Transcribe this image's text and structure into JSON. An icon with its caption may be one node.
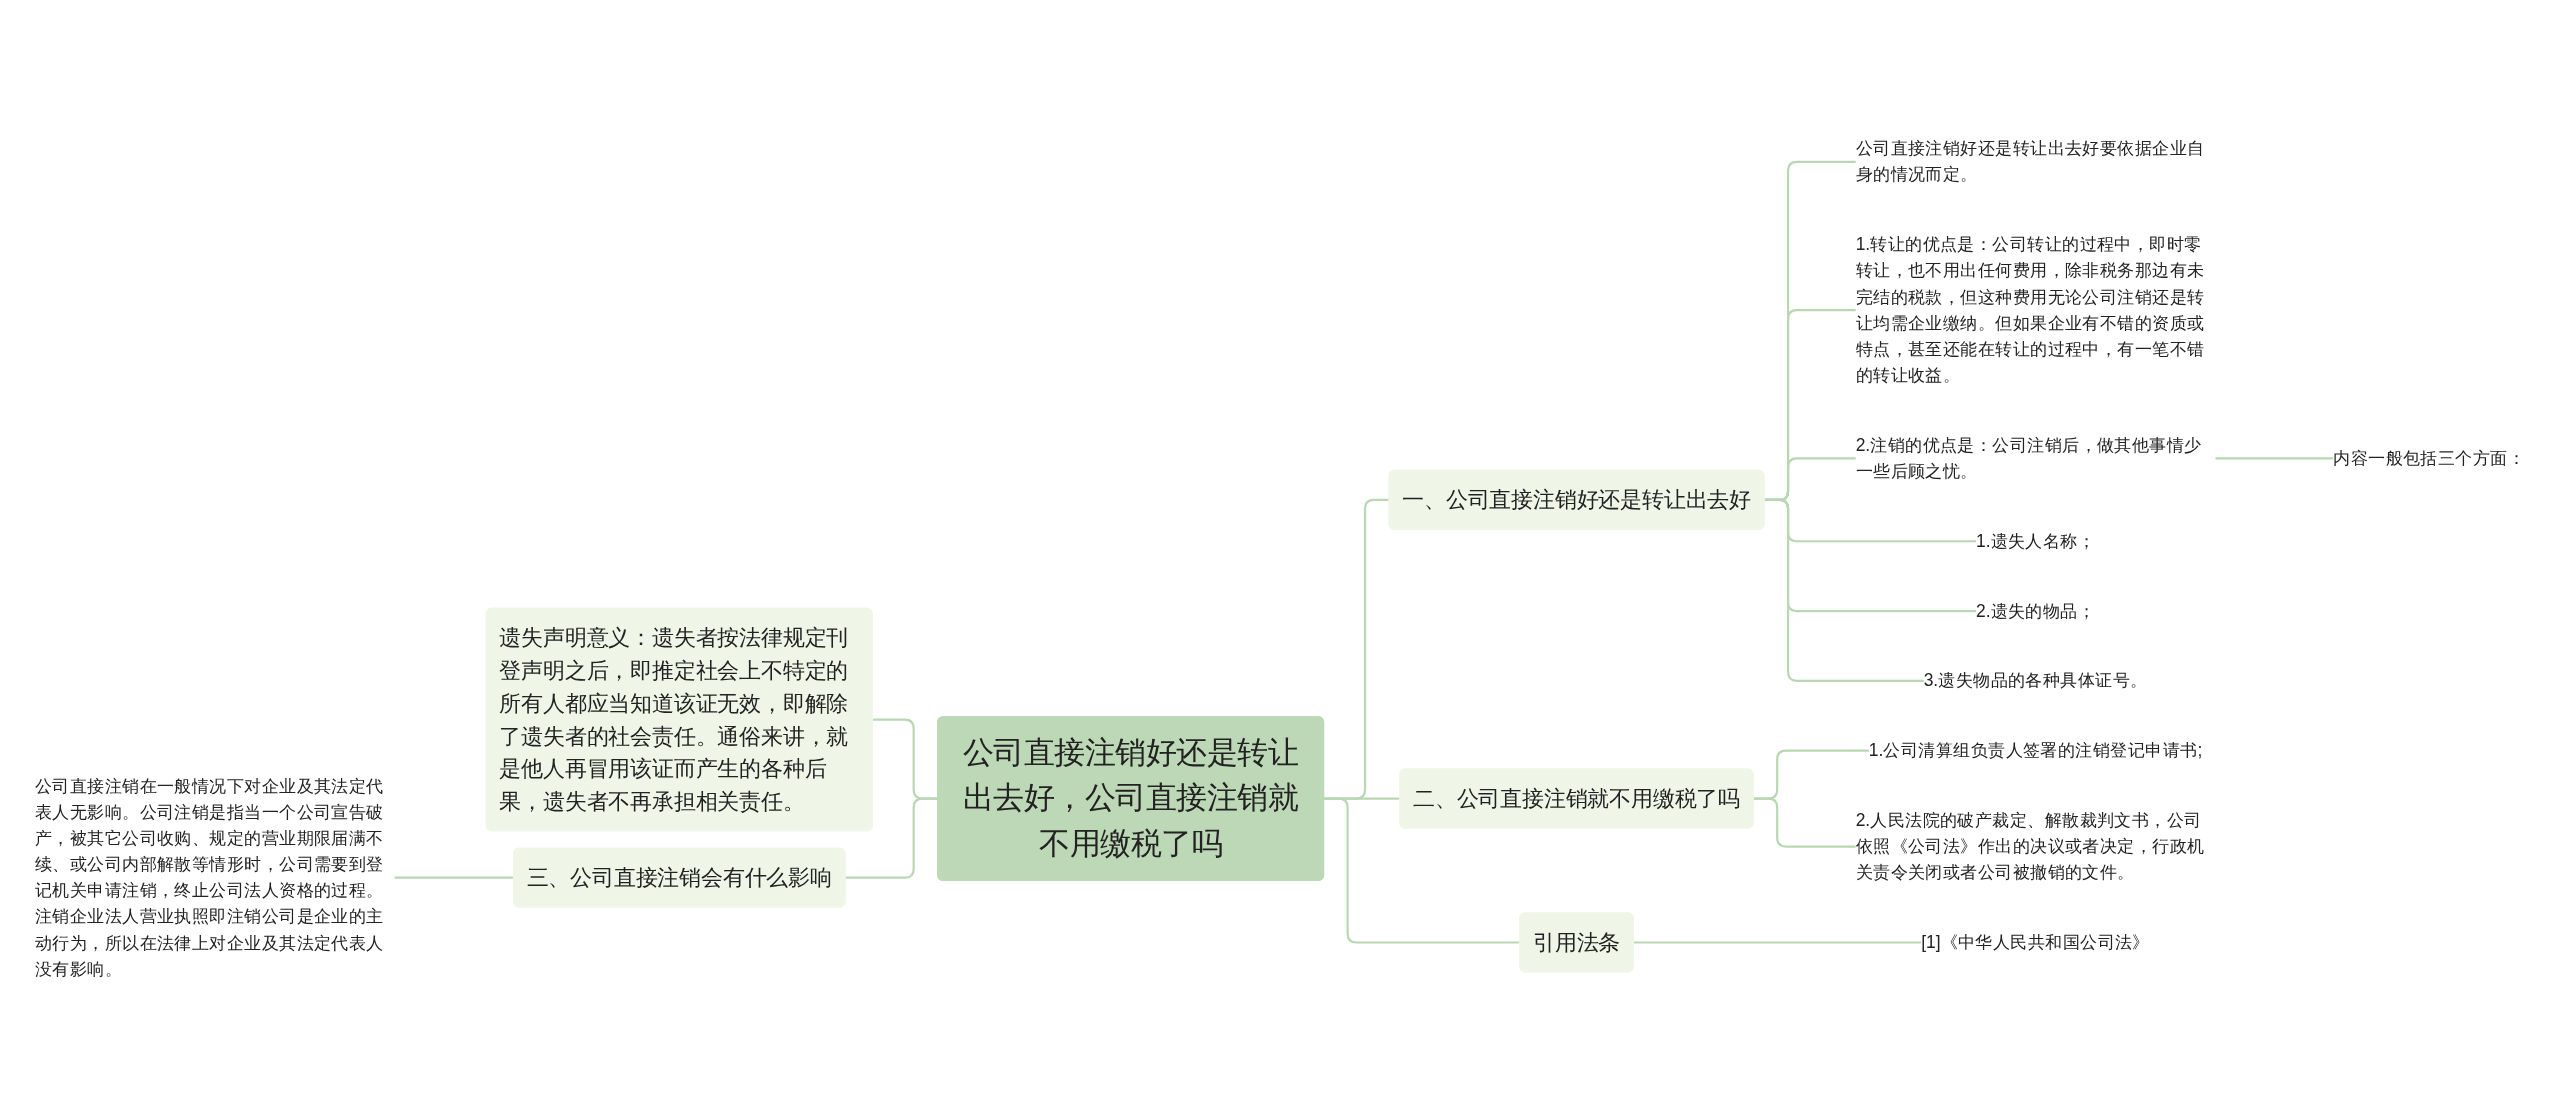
{
  "diagram": {
    "nodes": [
      {
        "text": [
          "公司直接注销好还是转让出去好，公司直接注销就不用缴税了吗"
        ]
      },
      {
        "text": [
          "遗失声明意义：遗失者按法律规定刊登声明之后，即推定社会上不特定的所有人都应当知道该证无效，即解除了遗失者的社会责任。通俗来讲，就是他人再冒用该证而产生的各种后果，遗失者不再承担相关责任。"
        ]
      },
      {
        "text": [
          "三、公司直接注销会有什么影响"
        ]
      },
      {
        "text": [
          "公司直接注销在一般情况下对企业及其法定代表人无影响。公司注销是指当一个公司宣告破产，被其它公司收购、规定的营业期限届满不续、或公司内部解散等情形时，公司需要到登记机关申请注销，终止公司法人资格的过程。注销企业法人营业执照即注销公司是企业的主动行为，所以在法律上对企业及其法定代表人没有影响。"
        ]
      },
      {
        "text": [
          "一、公司直接注销好还是转让出去好"
        ]
      },
      {
        "text": [
          "公司直接注销好还是转让出去好要依据企业自身的情况而定。"
        ]
      },
      {
        "text": [
          "1.转让的优点是：公司转让的过程中，即时零转让，也不用出任何费用，除非税务那边有未完结的税款，但这种费用无论公司注销还是转让均需企业缴纳。但如果企业有不错的资质或特点，甚至还能在转让的过程中，有一笔不错的转让收益。"
        ]
      },
      {
        "text": [
          "2.注销的优点是：公司注销后，做其他事情少一些后顾之忧。"
        ]
      },
      {
        "text": [
          "内容一般包括三个方面："
        ]
      },
      {
        "text": [
          "1.遗失人名称；"
        ]
      },
      {
        "text": [
          "2.遗失的物品；"
        ]
      },
      {
        "text": [
          "3.遗失物品的各种具体证号。"
        ]
      },
      {
        "text": [
          "二、公司直接注销就不用缴税了吗"
        ]
      },
      {
        "text": [
          "1.公司清算组负责人签署的注销登记申请书;"
        ]
      },
      {
        "text": [
          "2.人民法院的破产裁定、解散裁判文书，公司依照《公司法》作出的决议或者决定，行政机关责令关闭或者公司被撤销的文件。"
        ]
      },
      {
        "text": [
          "引用法条"
        ]
      },
      {
        "text": [
          "[1]《中华人民共和国公司法》"
        ]
      }
    ],
    "edges": [
      {
        "from": 1,
        "to": 0,
        "arrow": "none"
      },
      {
        "from": 3,
        "to": 2,
        "arrow": "none"
      },
      {
        "from": 2,
        "to": 0,
        "arrow": "none"
      },
      {
        "from": 0,
        "to": 4,
        "arrow": "none"
      },
      {
        "from": 4,
        "to": 5,
        "arrow": "none"
      },
      {
        "from": 4,
        "to": 6,
        "arrow": "none"
      },
      {
        "from": 4,
        "to": 7,
        "arrow": "none"
      },
      {
        "from": 7,
        "to": 8,
        "arrow": "none"
      },
      {
        "from": 4,
        "to": 9,
        "arrow": "none"
      },
      {
        "from": 4,
        "to": 10,
        "arrow": "none"
      },
      {
        "from": 4,
        "to": 11,
        "arrow": "none"
      },
      {
        "from": 0,
        "to": 12,
        "arrow": "none"
      },
      {
        "from": 12,
        "to": 13,
        "arrow": "none"
      },
      {
        "from": 12,
        "to": 14,
        "arrow": "none"
      },
      {
        "from": 0,
        "to": 15,
        "arrow": "none"
      },
      {
        "from": 15,
        "to": 16,
        "arrow": "none"
      }
    ]
  }
}
